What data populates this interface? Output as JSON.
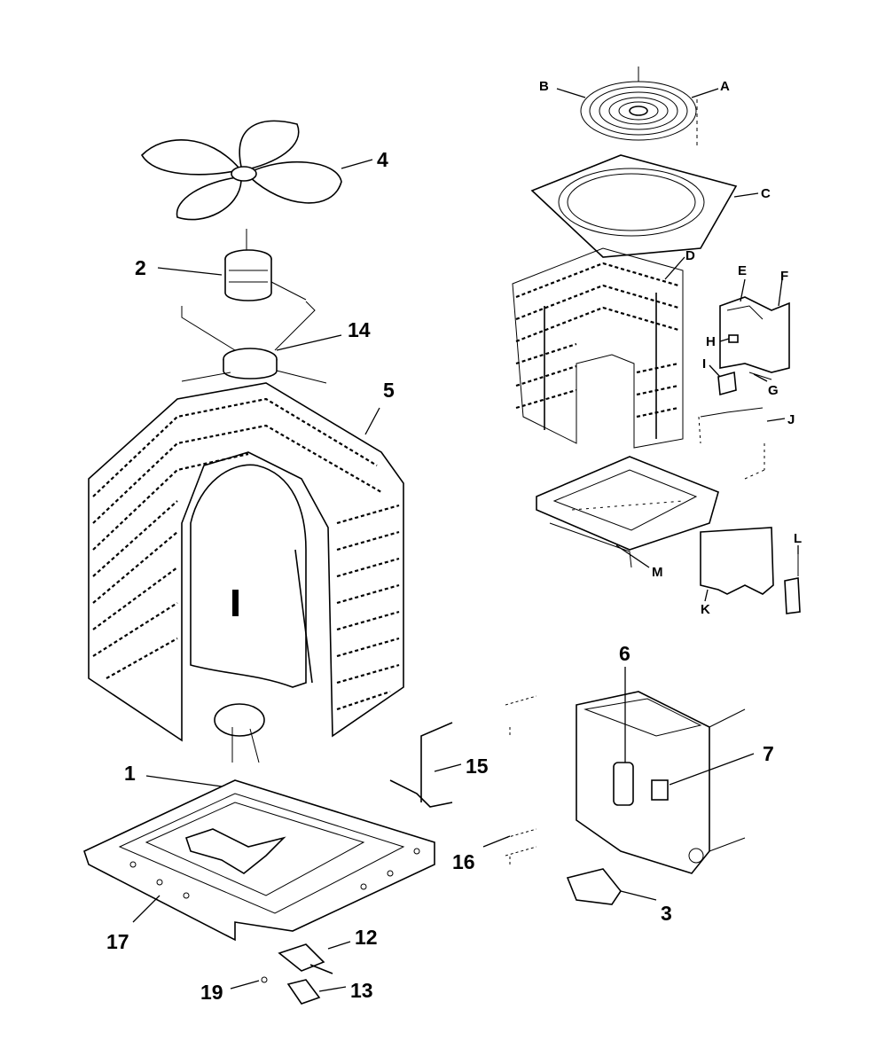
{
  "callouts_numeric": {
    "fan_blade": "4",
    "fan_motor": "2",
    "motor_mount": "14",
    "coil": "5",
    "compressor": "1",
    "tubing": "15",
    "panel": "16",
    "base_pan": "17",
    "service_valve_upper": "12",
    "service_valve_lower": "13",
    "valve_cap": "19",
    "capacitor": "6",
    "contactor_relay": "7",
    "terminal_block": "3"
  },
  "callouts_letter": {
    "grille_a": "A",
    "grille_b": "B",
    "top_panel": "C",
    "coil_guard": "D",
    "control_box_e": "E",
    "control_box_f": "F",
    "screw_h": "H",
    "bracket_i": "I",
    "bracket_g": "G",
    "wire_j": "J",
    "access_panel_k": "K",
    "clip_l": "L",
    "base_m": "M"
  }
}
